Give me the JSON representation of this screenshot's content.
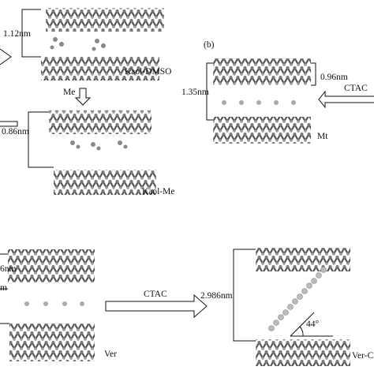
{
  "panel_a": {
    "spacing_top": "1.12nm",
    "label_kaol_dmso": "Kaol-DMSO",
    "arrow_label": "Me",
    "spacing_bottom": "0.86nm",
    "label_kaol_me": "Kaol-Me"
  },
  "panel_b": {
    "panel_letter": "(b)",
    "spacing_total": "1.35nm",
    "spacing_layer": "0.96nm",
    "arrow_label": "CTAC",
    "label_mt": "Mt"
  },
  "panel_c": {
    "spacing_partial_top": "6nm",
    "spacing_partial_bottom": "m",
    "label_ver": "Ver",
    "arrow_label": "CTAC",
    "spacing_result": "2.986nm",
    "angle": "44°",
    "label_ver_ctac": "Ver-C"
  },
  "colors": {
    "ink": "#111111",
    "layer_dark": "#5a5a5a",
    "layer_light": "#bdbdbd",
    "background": "#ffffff"
  }
}
